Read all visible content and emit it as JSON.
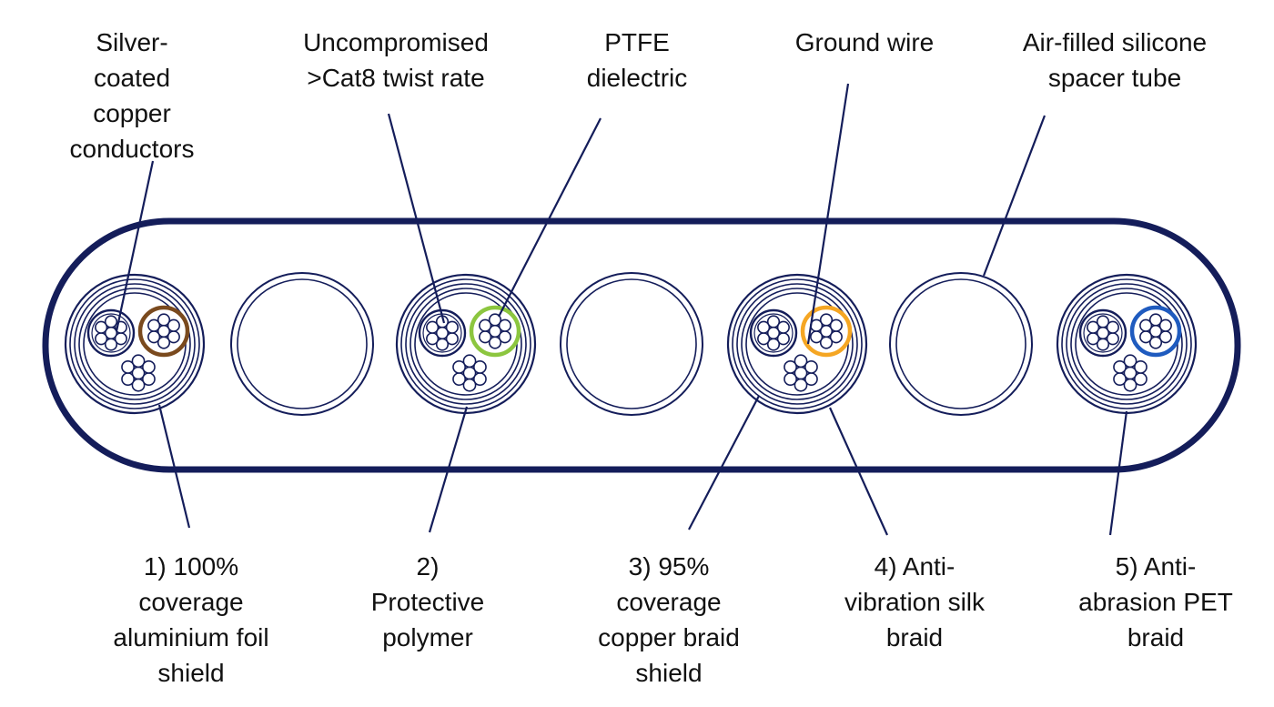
{
  "colors": {
    "outline": "#141d5a",
    "pair_ring_left": "#141d5a",
    "pair_rings_right": [
      "#7a4a1e",
      "#8cc63f",
      "#f5a623",
      "#1f5bbf"
    ]
  },
  "top_labels": {
    "conductors": [
      "Silver-",
      "coated",
      "copper",
      "conductors"
    ],
    "twist_rate": [
      "Uncompromised",
      ">Cat8 twist rate"
    ],
    "dielectric": [
      "PTFE",
      "dielectric"
    ],
    "ground_wire": [
      "Ground wire"
    ],
    "spacer_tube": [
      "Air-filled silicone",
      "spacer tube"
    ]
  },
  "bottom_labels": {
    "foil_shield": [
      "1) 100%",
      "coverage",
      "aluminium foil",
      "shield"
    ],
    "polymer": [
      "2)",
      "Protective",
      "polymer"
    ],
    "copper_braid": [
      "3) 95%",
      "coverage",
      "copper braid",
      "shield"
    ],
    "silk_braid": [
      "4) Anti-",
      "vibration silk",
      "braid"
    ],
    "pet_braid": [
      "5) Anti-",
      "abrasion PET",
      "braid"
    ]
  }
}
